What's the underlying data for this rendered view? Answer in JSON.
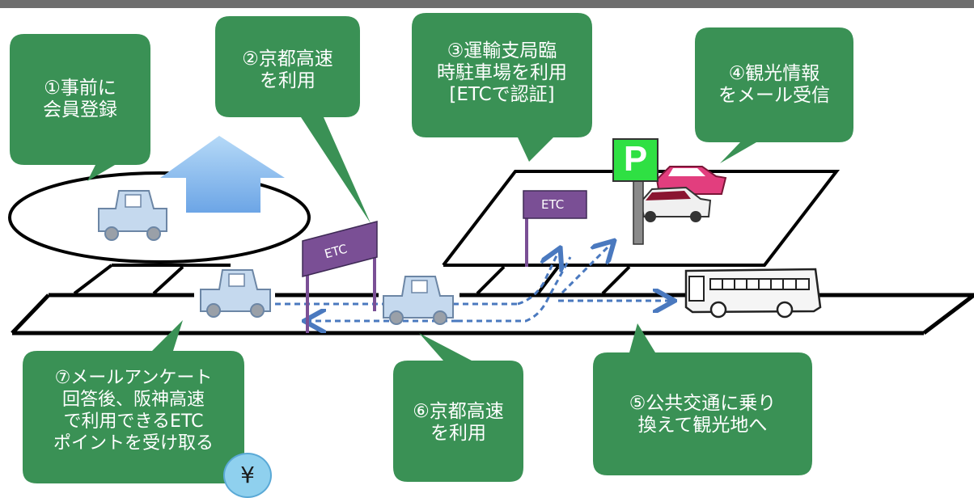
{
  "steps": {
    "s1": [
      "①事前に",
      "会員登録"
    ],
    "s2": [
      "②京都高速",
      "を利用"
    ],
    "s3": [
      "③運輸支局臨",
      "時駐車場を利用",
      "[ETCで認証]"
    ],
    "s4": [
      "④観光情報",
      "をメール受信"
    ],
    "s5": [
      "⑤公共交通に乗り",
      "換えて観光地へ"
    ],
    "s6": [
      "⑥京都高速",
      "を利用"
    ],
    "s7": [
      "⑦メールアンケート",
      "回答後、阪神高速",
      "で利用できるETC",
      "ポイントを受け取る"
    ]
  },
  "signs": {
    "etc_main": "ETC",
    "etc_parking": "ETC",
    "parking": "P"
  },
  "yen_symbol": "¥",
  "colors": {
    "bubble": "#3a9155",
    "sign": "#7a4f95",
    "arrow": "#4a79bf",
    "up_arrow": "#8cc0ef",
    "parking_sign": "#2fe043"
  }
}
